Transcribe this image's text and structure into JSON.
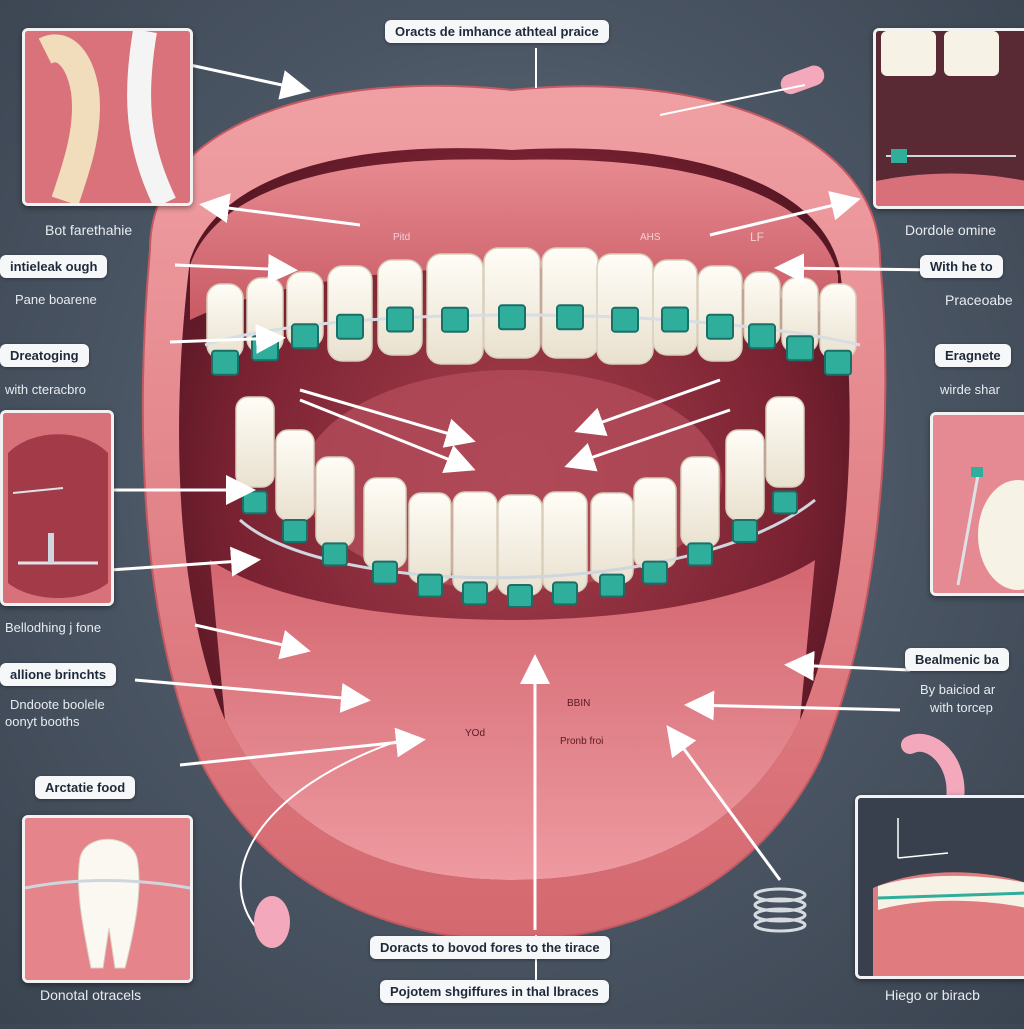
{
  "labels": {
    "top_title": "Oracts de imhance athteal praice",
    "left_1": "Bot farethahie",
    "left_2": "intieleak ough",
    "left_3": "Pane boarene",
    "left_4": "Dreatoging",
    "left_5": "with cteracbro",
    "left_6": "Bellodhing j fone",
    "left_7": "allione brinchts",
    "left_8": "Dndoote boolele",
    "left_9": "oonyt booths",
    "left_10": "Arctatie food",
    "left_11": "Donotal otracels",
    "right_1": "Dordole omine",
    "right_2": "With he to",
    "right_3": "Praceoabe",
    "right_4": "Eragnete",
    "right_5": "wirde shar",
    "right_6": "Bealmenic ba",
    "right_7": "By baiciod ar",
    "right_8": "with torcep",
    "right_9": "Hiego or biracb",
    "bottom_1": "Doracts to bovod fores to the tirace",
    "bottom_2": "Pojotem shgiffures in thal lbraces",
    "mouth_1": "Pitd",
    "mouth_2": "AHS",
    "mouth_3": "LF",
    "mouth_4": "BBIN",
    "mouth_5": "YOd",
    "mouth_6": "Pronb  froi"
  },
  "colors": {
    "bracket": "#2fae9c",
    "bracket_dark": "#1a6f66",
    "gum": "#e07b80",
    "lip": "#e98a8e",
    "inner_mouth": "#8f2c3a",
    "tooth": "#f7f2e6"
  }
}
